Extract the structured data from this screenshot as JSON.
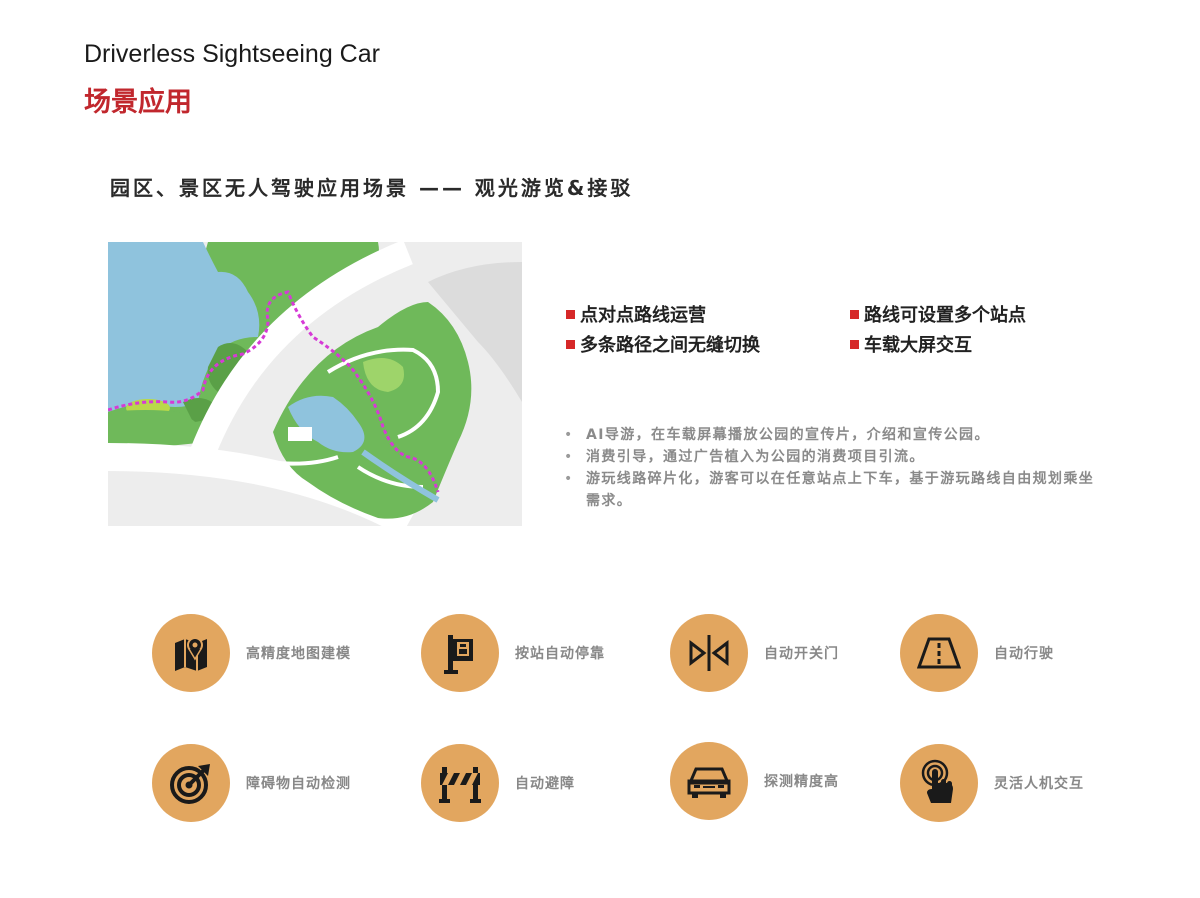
{
  "header": {
    "title_en": "Driverless Sightseeing Car",
    "title_cn": "场景应用"
  },
  "section": {
    "heading": "园区、景区无人驾驶应用场景 —— 观光游览&接驳"
  },
  "features": [
    {
      "label": "点对点路线运营"
    },
    {
      "label": "路线可设置多个站点"
    },
    {
      "label": "多条路径之间无缝切换"
    },
    {
      "label": "车载大屏交互"
    }
  ],
  "descriptions": [
    {
      "bullet": "•",
      "text": "AI导游，在车载屏幕播放公园的宣传片，介绍和宣传公园。"
    },
    {
      "bullet": "•",
      "text": "消费引导，通过广告植入为公园的消费项目引流。"
    },
    {
      "bullet": "•",
      "text": "游玩线路碎片化，游客可以在任意站点上下车，基于游玩路线自由规划乘坐需求。"
    }
  ],
  "icons": [
    {
      "label": "高精度地图建模",
      "icon": "map-pin-icon"
    },
    {
      "label": "按站自动停靠",
      "icon": "bus-stop-icon"
    },
    {
      "label": "自动开关门",
      "icon": "door-open-icon"
    },
    {
      "label": "自动行驶",
      "icon": "road-icon"
    },
    {
      "label": "障碍物自动检测",
      "icon": "target-detect-icon"
    },
    {
      "label": "自动避障",
      "icon": "barrier-icon"
    },
    {
      "label": "探测精度高",
      "icon": "car-icon"
    },
    {
      "label": "灵活人机交互",
      "icon": "touch-icon"
    }
  ],
  "colors": {
    "accent_red": "#c1272d",
    "bullet_red": "#d62828",
    "icon_circle": "#e2a65f",
    "water": "#8fc3dd",
    "park_green": "#6fb95a",
    "route": "#d63ad6"
  }
}
